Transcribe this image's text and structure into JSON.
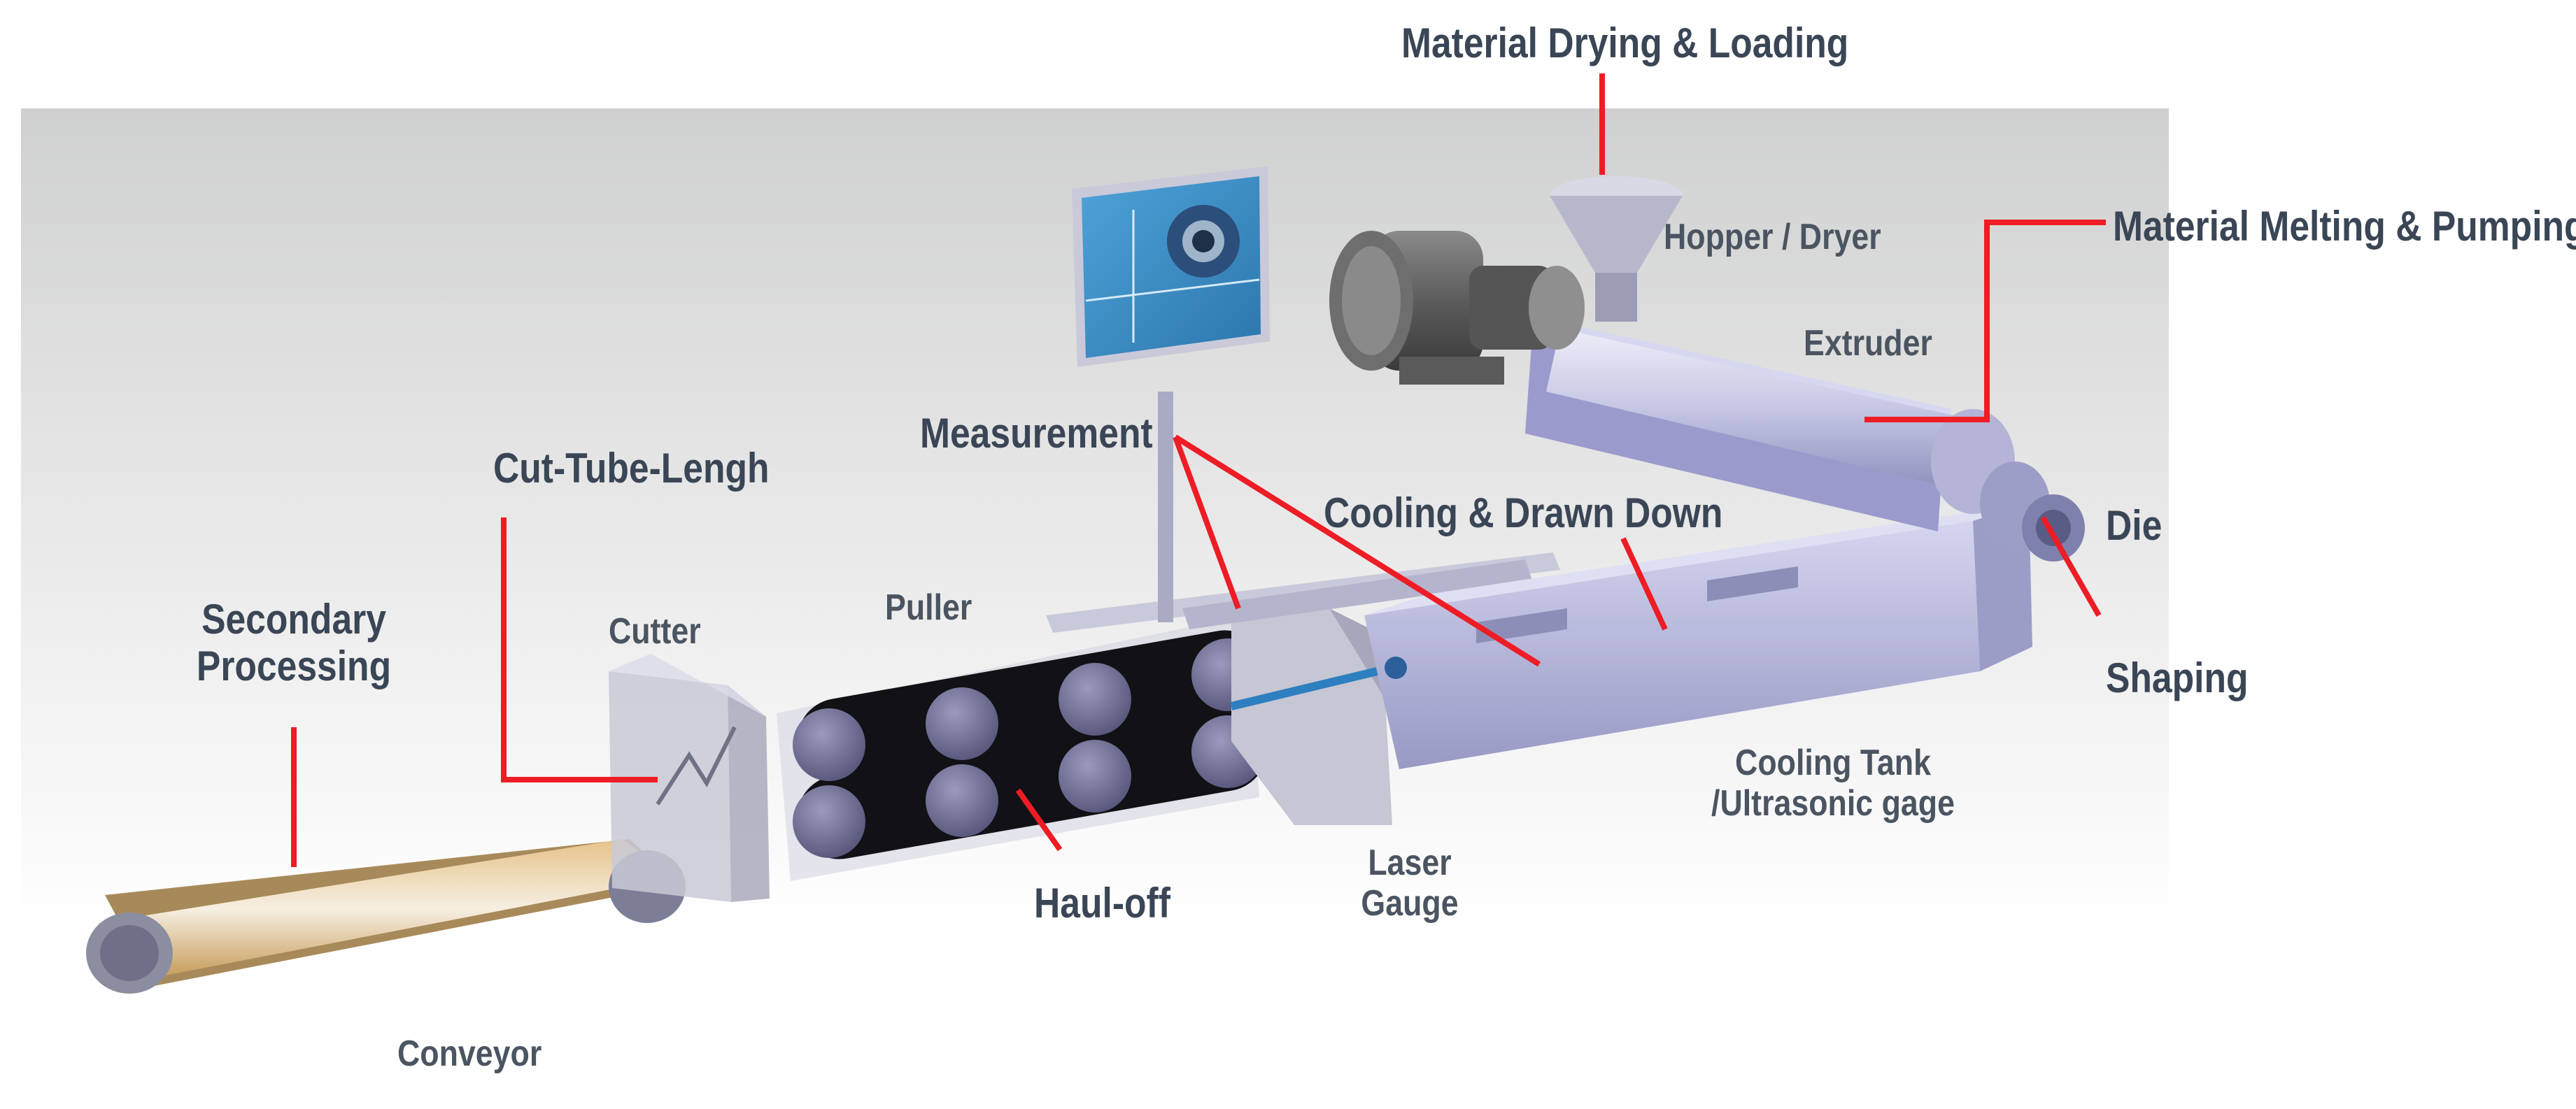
{
  "stages": {
    "material_drying_loading": "Material Drying & Loading",
    "material_melting_pumping": "Material Melting & Pumping",
    "measurement": "Measurement",
    "cut_tube_length": "Cut-Tube-Lengh",
    "cooling_drawn_down": "Cooling & Drawn Down",
    "secondary_processing": [
      "Secondary",
      "Processing"
    ],
    "haul_off": "Haul-off",
    "shaping": "Shaping"
  },
  "components": {
    "hopper_dryer": "Hopper / Dryer",
    "extruder": "Extruder",
    "die": "Die",
    "cutter": "Cutter",
    "puller": "Puller",
    "cooling_tank": [
      "Cooling Tank",
      "/Ultrasonic gage"
    ],
    "laser_gauge": [
      "Laser",
      "Gauge"
    ],
    "conveyor": "Conveyor"
  },
  "colors": {
    "callout_line": "#ee1c24",
    "label_text": "#4b5561",
    "machine_body": "#b7b8da",
    "belt": "#1c1c22",
    "conveyor_belt": "#d4b07a",
    "monitor_screen": "#3f8fc6"
  }
}
